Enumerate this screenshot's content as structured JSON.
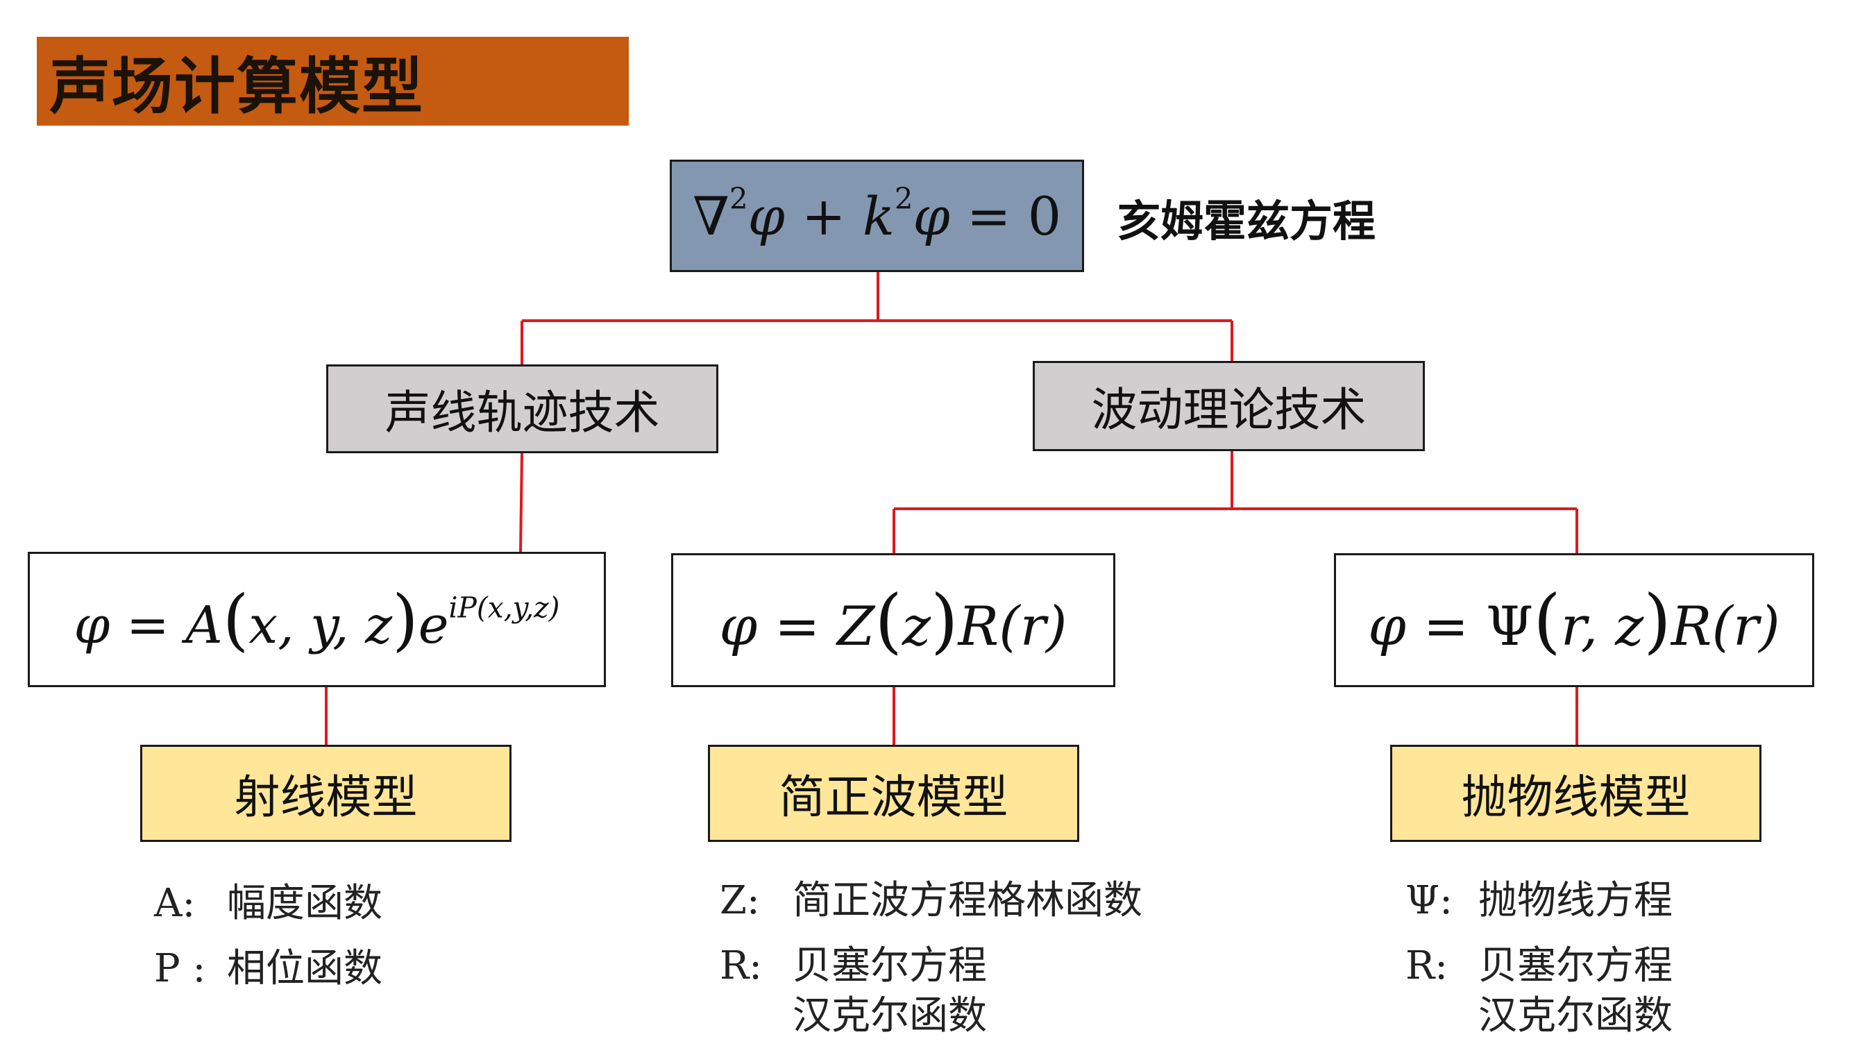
{
  "title": "声场计算模型",
  "helmholtz": {
    "equation_parts": [
      "∇",
      "2",
      "φ",
      " + ",
      "k",
      "2",
      "φ",
      " = 0"
    ],
    "label": "亥姆霍兹方程"
  },
  "techniques": {
    "ray": "声线轨迹技术",
    "wave": "波动理论技术"
  },
  "formulas": {
    "ray": {
      "lhs": "φ = A",
      "args": "x, y, z",
      "e": "e",
      "exp": "iP(x,y,z)"
    },
    "normal_mode": {
      "lhs": "φ = Z",
      "arg1": "z",
      "rhs": "R(r)"
    },
    "parabolic": {
      "lhs": "φ = ",
      "psi": "Ψ",
      "args": "r, z",
      "rhs": "R(r)"
    }
  },
  "models": {
    "ray": "射线模型",
    "normal_mode": "简正波模型",
    "parabolic": "抛物线模型"
  },
  "legends": {
    "ray": [
      {
        "key": "A:",
        "text": "幅度函数"
      },
      {
        "key": "P :",
        "text": "相位函数"
      }
    ],
    "normal_mode": [
      {
        "key": "Z:",
        "text": "简正波方程格林函数"
      },
      {
        "key": "R:",
        "text": "贝塞尔方程"
      },
      {
        "key": "",
        "text": "汉克尔函数"
      }
    ],
    "parabolic": [
      {
        "key": "Ψ:",
        "text": "抛物线方程"
      },
      {
        "key": "R:",
        "text": "贝塞尔方程"
      },
      {
        "key": "",
        "text": "汉克尔函数"
      }
    ]
  },
  "colors": {
    "title_bg": "#c55a11",
    "top_box": "#8497b0",
    "technique_box": "#d0cece",
    "model_box": "#ffe699",
    "connector": "#e0191f"
  }
}
